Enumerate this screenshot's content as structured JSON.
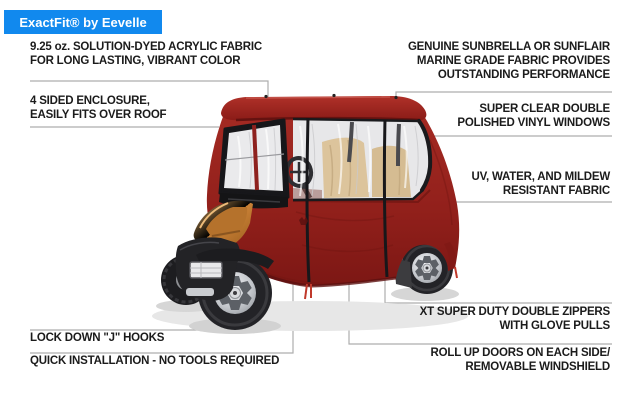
{
  "badge": {
    "label": "ExactFit® by Eevelle"
  },
  "colors": {
    "accent_blue": "#1189ee",
    "cart_red": "#9a2420",
    "cart_red_dark": "#7c1714",
    "copper": "#c98136",
    "text": "#1b1b1b",
    "connector_gray": "#aeaeae"
  },
  "image": {
    "label": "golf-cart-with-red-exactfit-enclosure-illustration"
  },
  "callouts": {
    "fabric": {
      "line1": "9.25 oz. SOLUTION-DYED ACRYLIC FABRIC",
      "line2": "FOR LONG LASTING, VIBRANT COLOR"
    },
    "enclosure": {
      "line1": "4 SIDED ENCLOSURE,",
      "line2": "EASILY FITS OVER ROOF"
    },
    "sunbrella": {
      "line1": "GENUINE SUNBRELLA OR SUNFLAIR",
      "line2": "MARINE GRADE FABRIC PROVIDES",
      "line3": "OUTSTANDING PERFORMANCE"
    },
    "windows": {
      "line1": "SUPER CLEAR DOUBLE",
      "line2": "POLISHED VINYL WINDOWS"
    },
    "uv": {
      "line1": "UV, WATER, AND MILDEW",
      "line2": "RESISTANT FABRIC"
    },
    "zippers": {
      "line1": "XT SUPER DUTY DOUBLE ZIPPERS",
      "line2": "WITH GLOVE PULLS"
    },
    "doors": {
      "line1": "ROLL UP DOORS ON EACH SIDE/",
      "line2": "REMOVABLE WINDSHIELD"
    },
    "hooks": {
      "line1": "LOCK DOWN \"J\" HOOKS"
    },
    "install": {
      "line1": "QUICK INSTALLATION - NO TOOLS REQUIRED"
    }
  }
}
